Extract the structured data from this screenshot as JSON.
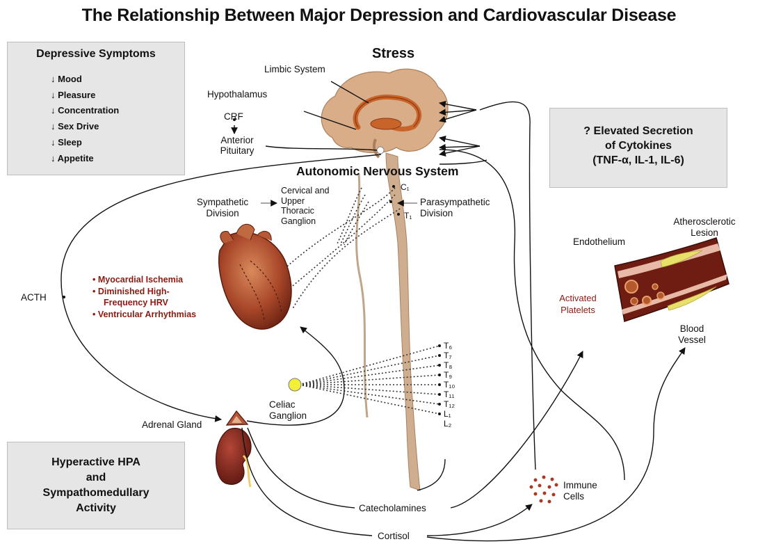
{
  "title": "The Relationship Between Major Depression and Cardiovascular Disease",
  "symptoms": {
    "heading": "Depressive Symptoms",
    "items": [
      "↓ Mood",
      "↓ Pleasure",
      "↓ Concentration",
      "↓ Sex Drive",
      "↓ Sleep",
      "↓ Appetite"
    ]
  },
  "stress": "Stress",
  "limbic": "Limbic System",
  "hypothalamus": "Hypothalamus",
  "crf": "CRF",
  "pituitary": [
    "Anterior",
    "Pituitary"
  ],
  "ans": "Autonomic Nervous System",
  "sympathetic": [
    "Sympathetic",
    "Division"
  ],
  "ganglion": [
    "Cervical and",
    "Upper",
    "Thoracic",
    "Ganglion"
  ],
  "parasympathetic": [
    "Parasympathetic",
    "Division"
  ],
  "cytokines": [
    "? Elevated Secretion",
    "of Cytokines",
    "(TNF-α, IL-1, IL-6)"
  ],
  "acth": "ACTH",
  "heart_effects": [
    "Myocardial Ischemia",
    "Diminished High-",
    "Frequency HRV",
    "Ventricular Arrhythmias"
  ],
  "endothelium": "Endothelium",
  "lesion": [
    "Atherosclerotic",
    "Lesion"
  ],
  "platelets": [
    "Activated",
    "Platelets"
  ],
  "vessel": [
    "Blood",
    "Vessel"
  ],
  "spine_labels": [
    "C₁",
    "T₁",
    "T₆",
    "T₇",
    "T₈",
    "T₉",
    "T₁₀",
    "T₁₁",
    "T₁₂",
    "L₁",
    "L₂"
  ],
  "celiac": [
    "Celiac",
    "Ganglion"
  ],
  "adrenal": "Adrenal Gland",
  "hpa": [
    "Hyperactive HPA",
    "and",
    "Sympathomedullary",
    "Activity"
  ],
  "catecholamines": "Catecholamines",
  "immune": [
    "Immune",
    "Cells"
  ],
  "cortisol": "Cortisol",
  "colors": {
    "accent_red": "#8b1b12",
    "brain": "#d9ad88",
    "spine": "#c9a98c",
    "vessel_wall": "#7a1f14",
    "plaque": "#e7e06a",
    "panel": "#e6e6e6"
  }
}
